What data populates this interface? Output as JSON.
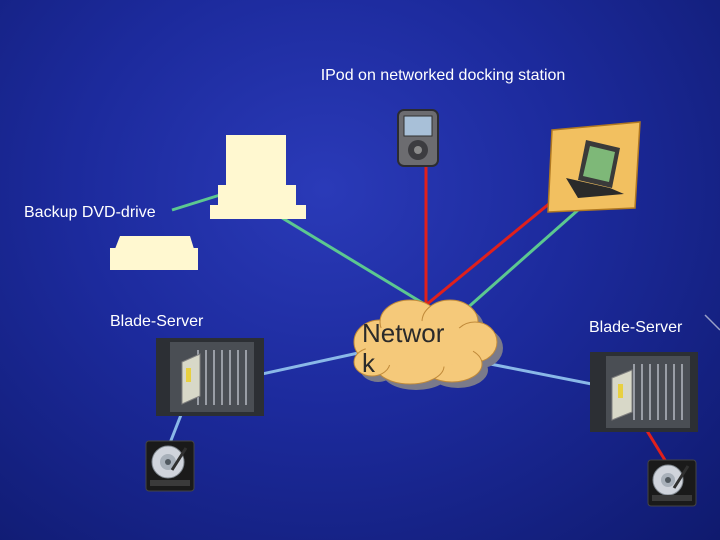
{
  "labels": {
    "ipod": "IPod on networked docking station",
    "backup_dvd": "Backup DVD-drive",
    "blade_server_left": "Blade-Server",
    "blade_server_right": "Blade-Server"
  },
  "network_label": "Networ k",
  "colors": {
    "background": "#1c2a9c",
    "red_link": "#e0201c",
    "green_link": "#5cc890",
    "blue_link": "#8ab8e8",
    "cloud_fill": "#f5c97a",
    "cloud_shadow": "#7a7a8a",
    "placeholder_shape": "#fff8d0"
  },
  "icons": [
    "ipod-icon",
    "desktop-computer-icon",
    "laptop-icon",
    "dvd-drive-icon",
    "blade-server-icon",
    "hard-drive-icon",
    "network-cloud-icon"
  ]
}
